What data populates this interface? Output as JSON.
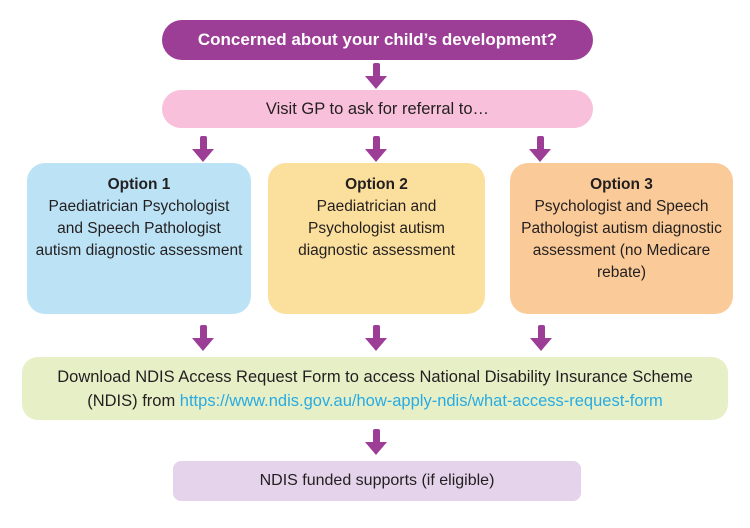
{
  "flowchart": {
    "title_box": {
      "label": "Concerned about your child’s development?"
    },
    "gp_box": {
      "label": "Visit GP to ask for referral to…"
    },
    "options": [
      {
        "title": "Option 1",
        "body": "Paediatrician Psychologist and Speech Pathologist autism diagnostic assessment"
      },
      {
        "title": "Option 2",
        "body": "Paediatrician and Psychologist autism diagnostic assessment"
      },
      {
        "title": "Option 3",
        "body": "Psychologist and Speech Pathologist autism diagnostic assessment (no Medicare rebate)"
      }
    ],
    "ndis_box": {
      "text_before_link": "Download NDIS Access Request Form to access National Disability Insurance Scheme (NDIS) from ",
      "link_text": "https://www.ndis.gov.au/how-apply-ndis/what-access-request-form"
    },
    "outcome_box": {
      "label": "NDIS funded supports (if eligible)"
    }
  },
  "colors": {
    "title_box_bg": "#9C3E96",
    "title_box_text": "#FFFFFF",
    "gp_box_bg": "#F8C0DA",
    "option1_bg": "#BCE3F5",
    "option2_bg": "#FBDF9C",
    "option3_bg": "#FACB98",
    "ndis_box_bg": "#E7EFC7",
    "outcome_box_bg": "#E4D3EA",
    "arrow": "#9C3E96",
    "link": "#29ABE2",
    "text": "#231F20"
  }
}
